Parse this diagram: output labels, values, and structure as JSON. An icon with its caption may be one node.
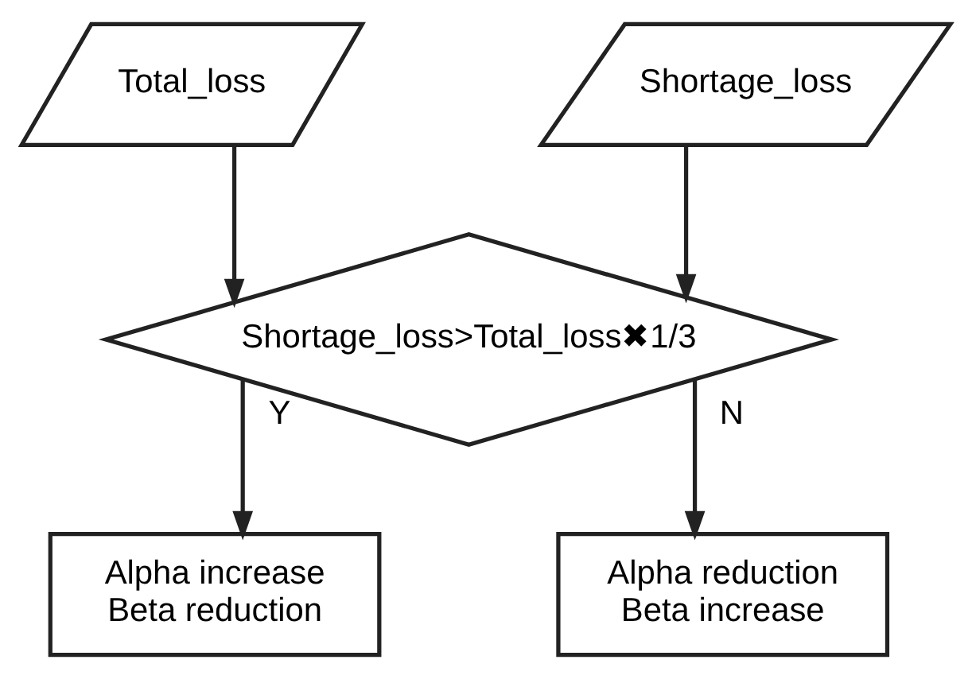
{
  "diagram": {
    "nodes": [
      {
        "text": [
          "Total_loss"
        ]
      },
      {
        "text": [
          "Shortage_loss"
        ]
      },
      {
        "text": [
          "Shortage_loss>Total_loss✖1/3"
        ]
      },
      {
        "text": [
          "Alpha increase Beta reduction"
        ]
      },
      {
        "text": [
          "Alpha reduction Beta increase"
        ]
      }
    ],
    "edges": [
      {
        "from": 0,
        "to": 2,
        "arrow": "to"
      },
      {
        "from": 1,
        "to": 2,
        "arrow": "to"
      },
      {
        "from": 2,
        "to": 3,
        "arrow": "to",
        "label": "Y"
      },
      {
        "from": 2,
        "to": 4,
        "arrow": "to",
        "label": "N"
      }
    ]
  }
}
